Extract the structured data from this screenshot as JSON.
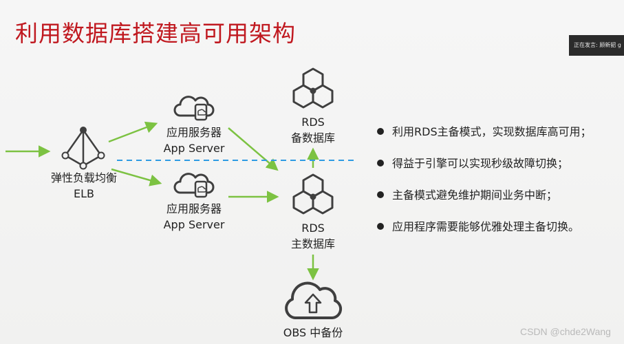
{
  "title": "利用数据库搭建高可用架构",
  "speaking_text": "正在发言: 顾新韶 g",
  "nodes": {
    "elb": {
      "line1": "弹性负载均衡",
      "line2": "ELB"
    },
    "app1": {
      "line1": "应用服务器",
      "line2": "App Server"
    },
    "app2": {
      "line1": "应用服务器",
      "line2": "App Server"
    },
    "rds_backup": {
      "line1": "RDS",
      "line2": "备数据库"
    },
    "rds_primary": {
      "line1": "RDS",
      "line2": "主数据库"
    },
    "obs": {
      "line1": "OBS 中备份"
    }
  },
  "bullets": [
    "利用RDS主备模式，实现数据库高可用；",
    "得益于引擎可以实现秒级故障切换；",
    "主备模式避免维护期间业务中断；",
    "应用程序需要能够优雅处理主备切换。"
  ],
  "watermark": "CSDN @chde2Wang",
  "colors": {
    "title": "#c0181f",
    "arrow": "#7cc242",
    "dashed_line": "#2d9be3",
    "icon": "#3f3f3f"
  },
  "icons": [
    "elb-icon",
    "app-server-icon",
    "rds-icon",
    "obs-cloud-upload-icon"
  ]
}
